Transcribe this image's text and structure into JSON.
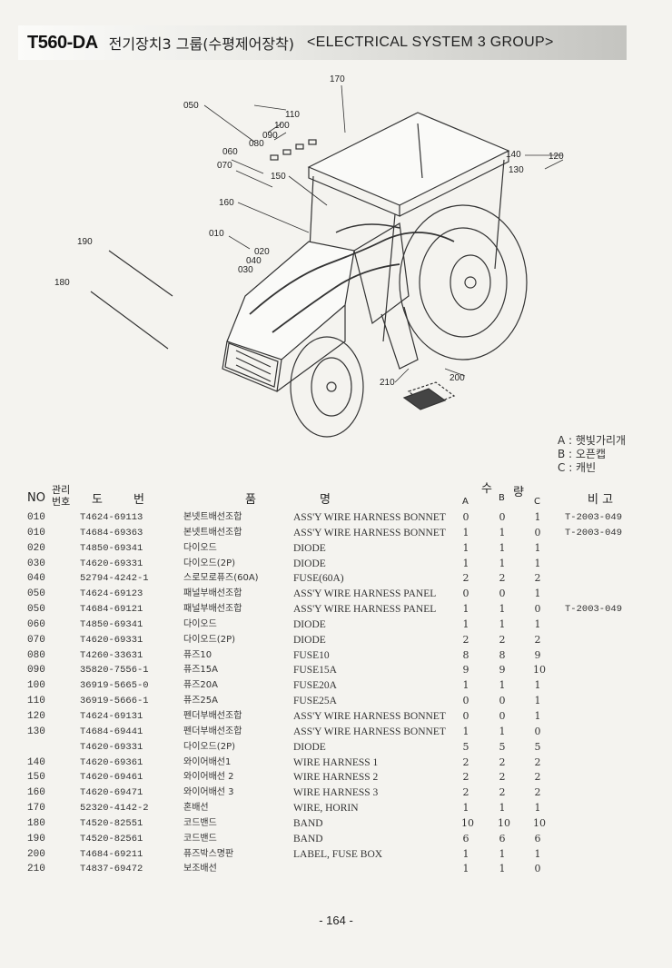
{
  "header": {
    "model": "T560-DA",
    "title_korean": "전기장치3 그룹(수평제어장착)",
    "title_english": "<ELECTRICAL SYSTEM 3 GROUP>"
  },
  "diagram": {
    "callouts": [
      "170",
      "050",
      "110",
      "100",
      "090",
      "080",
      "060",
      "070",
      "150",
      "160",
      "010",
      "020",
      "040",
      "030",
      "190",
      "180",
      "140",
      "130",
      "120",
      "200",
      "210"
    ]
  },
  "legend": [
    "A : 햇빛가리개",
    "B : 오픈캡",
    "C : 캐빈"
  ],
  "table_header": {
    "no": "NO",
    "mgmt_1": "관리",
    "mgmt_2": "번호",
    "drawing_1": "도",
    "drawing_2": "번",
    "item_1": "품",
    "item_2": "명",
    "qty_1": "수",
    "qty_2": "량",
    "col_a": "A",
    "col_b": "B",
    "col_c": "C",
    "remarks": "비 고"
  },
  "parts": [
    {
      "no": "010",
      "part": "T4624-69113",
      "kname": "본넷트배선조합",
      "ename": "ASS'Y WIRE HARNESS BONNET",
      "a": "0",
      "b": "0",
      "c": "1",
      "remarks": "T-2003-049"
    },
    {
      "no": "010",
      "part": "T4684-69363",
      "kname": "본넷트배선조합",
      "ename": "ASS'Y WIRE HARNESS BONNET",
      "a": "1",
      "b": "1",
      "c": "0",
      "remarks": "T-2003-049"
    },
    {
      "no": "020",
      "part": "T4850-69341",
      "kname": "다이오드",
      "ename": "DIODE",
      "a": "1",
      "b": "1",
      "c": "1",
      "remarks": ""
    },
    {
      "no": "030",
      "part": "T4620-69331",
      "kname": "다이오드(2P)",
      "ename": "DIODE",
      "a": "1",
      "b": "1",
      "c": "1",
      "remarks": ""
    },
    {
      "no": "040",
      "part": "52794-4242-1",
      "kname": "스로모로퓨즈(60A)",
      "ename": "FUSE(60A)",
      "a": "2",
      "b": "2",
      "c": "2",
      "remarks": ""
    },
    {
      "no": "050",
      "part": "T4624-69123",
      "kname": "패널부배선조합",
      "ename": "ASS'Y WIRE HARNESS PANEL",
      "a": "0",
      "b": "0",
      "c": "1",
      "remarks": ""
    },
    {
      "no": "050",
      "part": "T4684-69121",
      "kname": "패널부배선조합",
      "ename": "ASS'Y WIRE HARNESS PANEL",
      "a": "1",
      "b": "1",
      "c": "0",
      "remarks": "T-2003-049"
    },
    {
      "no": "060",
      "part": "T4850-69341",
      "kname": "다이오드",
      "ename": "DIODE",
      "a": "1",
      "b": "1",
      "c": "1",
      "remarks": ""
    },
    {
      "no": "070",
      "part": "T4620-69331",
      "kname": "다이오드(2P)",
      "ename": "DIODE",
      "a": "2",
      "b": "2",
      "c": "2",
      "remarks": ""
    },
    {
      "no": "080",
      "part": "T4260-33631",
      "kname": "퓨즈10",
      "ename": "FUSE10",
      "a": "8",
      "b": "8",
      "c": "9",
      "remarks": ""
    },
    {
      "no": "090",
      "part": "35820-7556-1",
      "kname": "퓨즈15A",
      "ename": "FUSE15A",
      "a": "9",
      "b": "9",
      "c": "10",
      "remarks": ""
    },
    {
      "no": "100",
      "part": "36919-5665-0",
      "kname": "퓨즈20A",
      "ename": "FUSE20A",
      "a": "1",
      "b": "1",
      "c": "1",
      "remarks": ""
    },
    {
      "no": "110",
      "part": "36919-5666-1",
      "kname": "퓨즈25A",
      "ename": "FUSE25A",
      "a": "0",
      "b": "0",
      "c": "1",
      "remarks": ""
    },
    {
      "no": "120",
      "part": "T4624-69131",
      "kname": "펜더부배선조합",
      "ename": "ASS'Y WIRE HARNESS BONNET",
      "a": "0",
      "b": "0",
      "c": "1",
      "remarks": ""
    },
    {
      "no": "130",
      "part": "T4684-69441",
      "kname": "펜더부배선조합",
      "ename": "ASS'Y WIRE HARNESS BONNET",
      "a": "1",
      "b": "1",
      "c": "0",
      "remarks": ""
    },
    {
      "no": "",
      "part": "T4620-69331",
      "kname": "다이오드(2P)",
      "ename": "DIODE",
      "a": "5",
      "b": "5",
      "c": "5",
      "remarks": ""
    },
    {
      "no": "140",
      "part": "T4620-69361",
      "kname": "와이어배선1",
      "ename": "WIRE HARNESS 1",
      "a": "2",
      "b": "2",
      "c": "2",
      "remarks": ""
    },
    {
      "no": "150",
      "part": "T4620-69461",
      "kname": "와이어배선 2",
      "ename": "WIRE HARNESS 2",
      "a": "2",
      "b": "2",
      "c": "2",
      "remarks": ""
    },
    {
      "no": "160",
      "part": "T4620-69471",
      "kname": "와이어배선 3",
      "ename": "WIRE HARNESS 3",
      "a": "2",
      "b": "2",
      "c": "2",
      "remarks": ""
    },
    {
      "no": "170",
      "part": "52320-4142-2",
      "kname": "혼배선",
      "ename": "WIRE, HORIN",
      "a": "1",
      "b": "1",
      "c": "1",
      "remarks": ""
    },
    {
      "no": "180",
      "part": "T4520-82551",
      "kname": "코드밴드",
      "ename": "BAND",
      "a": "10",
      "b": "10",
      "c": "10",
      "remarks": ""
    },
    {
      "no": "190",
      "part": "T4520-82561",
      "kname": "코드밴드",
      "ename": "BAND",
      "a": "6",
      "b": "6",
      "c": "6",
      "remarks": ""
    },
    {
      "no": "200",
      "part": "T4684-69211",
      "kname": "퓨즈박스명판",
      "ename": "LABEL, FUSE BOX",
      "a": "1",
      "b": "1",
      "c": "1",
      "remarks": ""
    },
    {
      "no": "210",
      "part": "T4837-69472",
      "kname": "보조배선",
      "ename": "",
      "a": "1",
      "b": "1",
      "c": "0",
      "remarks": ""
    }
  ],
  "page_number": "- 164 -"
}
